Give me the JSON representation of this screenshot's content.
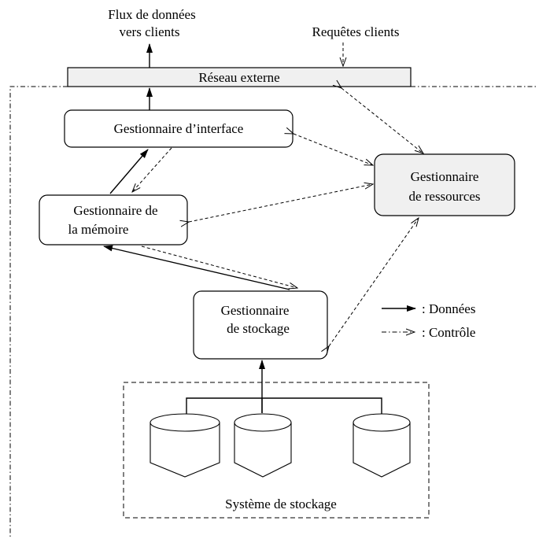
{
  "top": {
    "data_flow_line1": "Flux de données",
    "data_flow_line2": "vers clients",
    "client_requests": "Requêtes clients"
  },
  "network": {
    "label": "Réseau externe"
  },
  "nodes": {
    "interface_manager": {
      "line1": "Gestionnaire d’interface"
    },
    "resource_manager": {
      "line1": "Gestionnaire",
      "line2": "de ressources"
    },
    "memory_manager": {
      "line1": "Gestionnaire de",
      "line2": "la mémoire"
    },
    "storage_manager": {
      "line1": "Gestionnaire",
      "line2": "de stockage"
    }
  },
  "legend": {
    "data": ": Données",
    "control": ": Contrôle"
  },
  "storage_system": {
    "label": "Système de stockage"
  }
}
